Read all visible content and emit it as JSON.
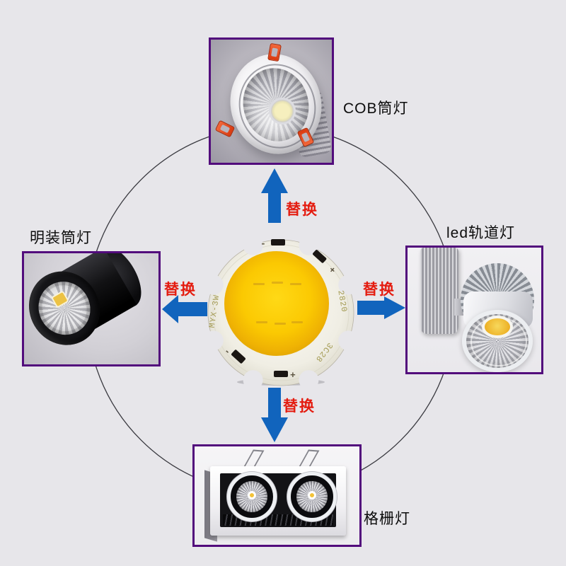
{
  "diagram": {
    "background_color": "#e7e6ea",
    "connection_circle_color": "#3a3a40",
    "colors": {
      "arrow_blue": "#1164bd",
      "replace_red": "#e41c10",
      "box_border_purple": "#520c7c"
    },
    "products": {
      "top": {
        "label": "COB筒灯"
      },
      "left": {
        "label": "明装筒灯"
      },
      "right": {
        "label": "led轨道灯"
      },
      "bottom": {
        "label": "格栅灯"
      }
    },
    "arrows": {
      "up": {
        "label": "替换"
      },
      "left": {
        "label": "替换"
      },
      "right": {
        "label": "替换"
      },
      "down": {
        "label": "替换"
      }
    },
    "chip_markings": {
      "model": "MYX-3W",
      "code_right": "2820",
      "code_bottom": "3C28",
      "plus": "+",
      "minus": "-"
    }
  }
}
